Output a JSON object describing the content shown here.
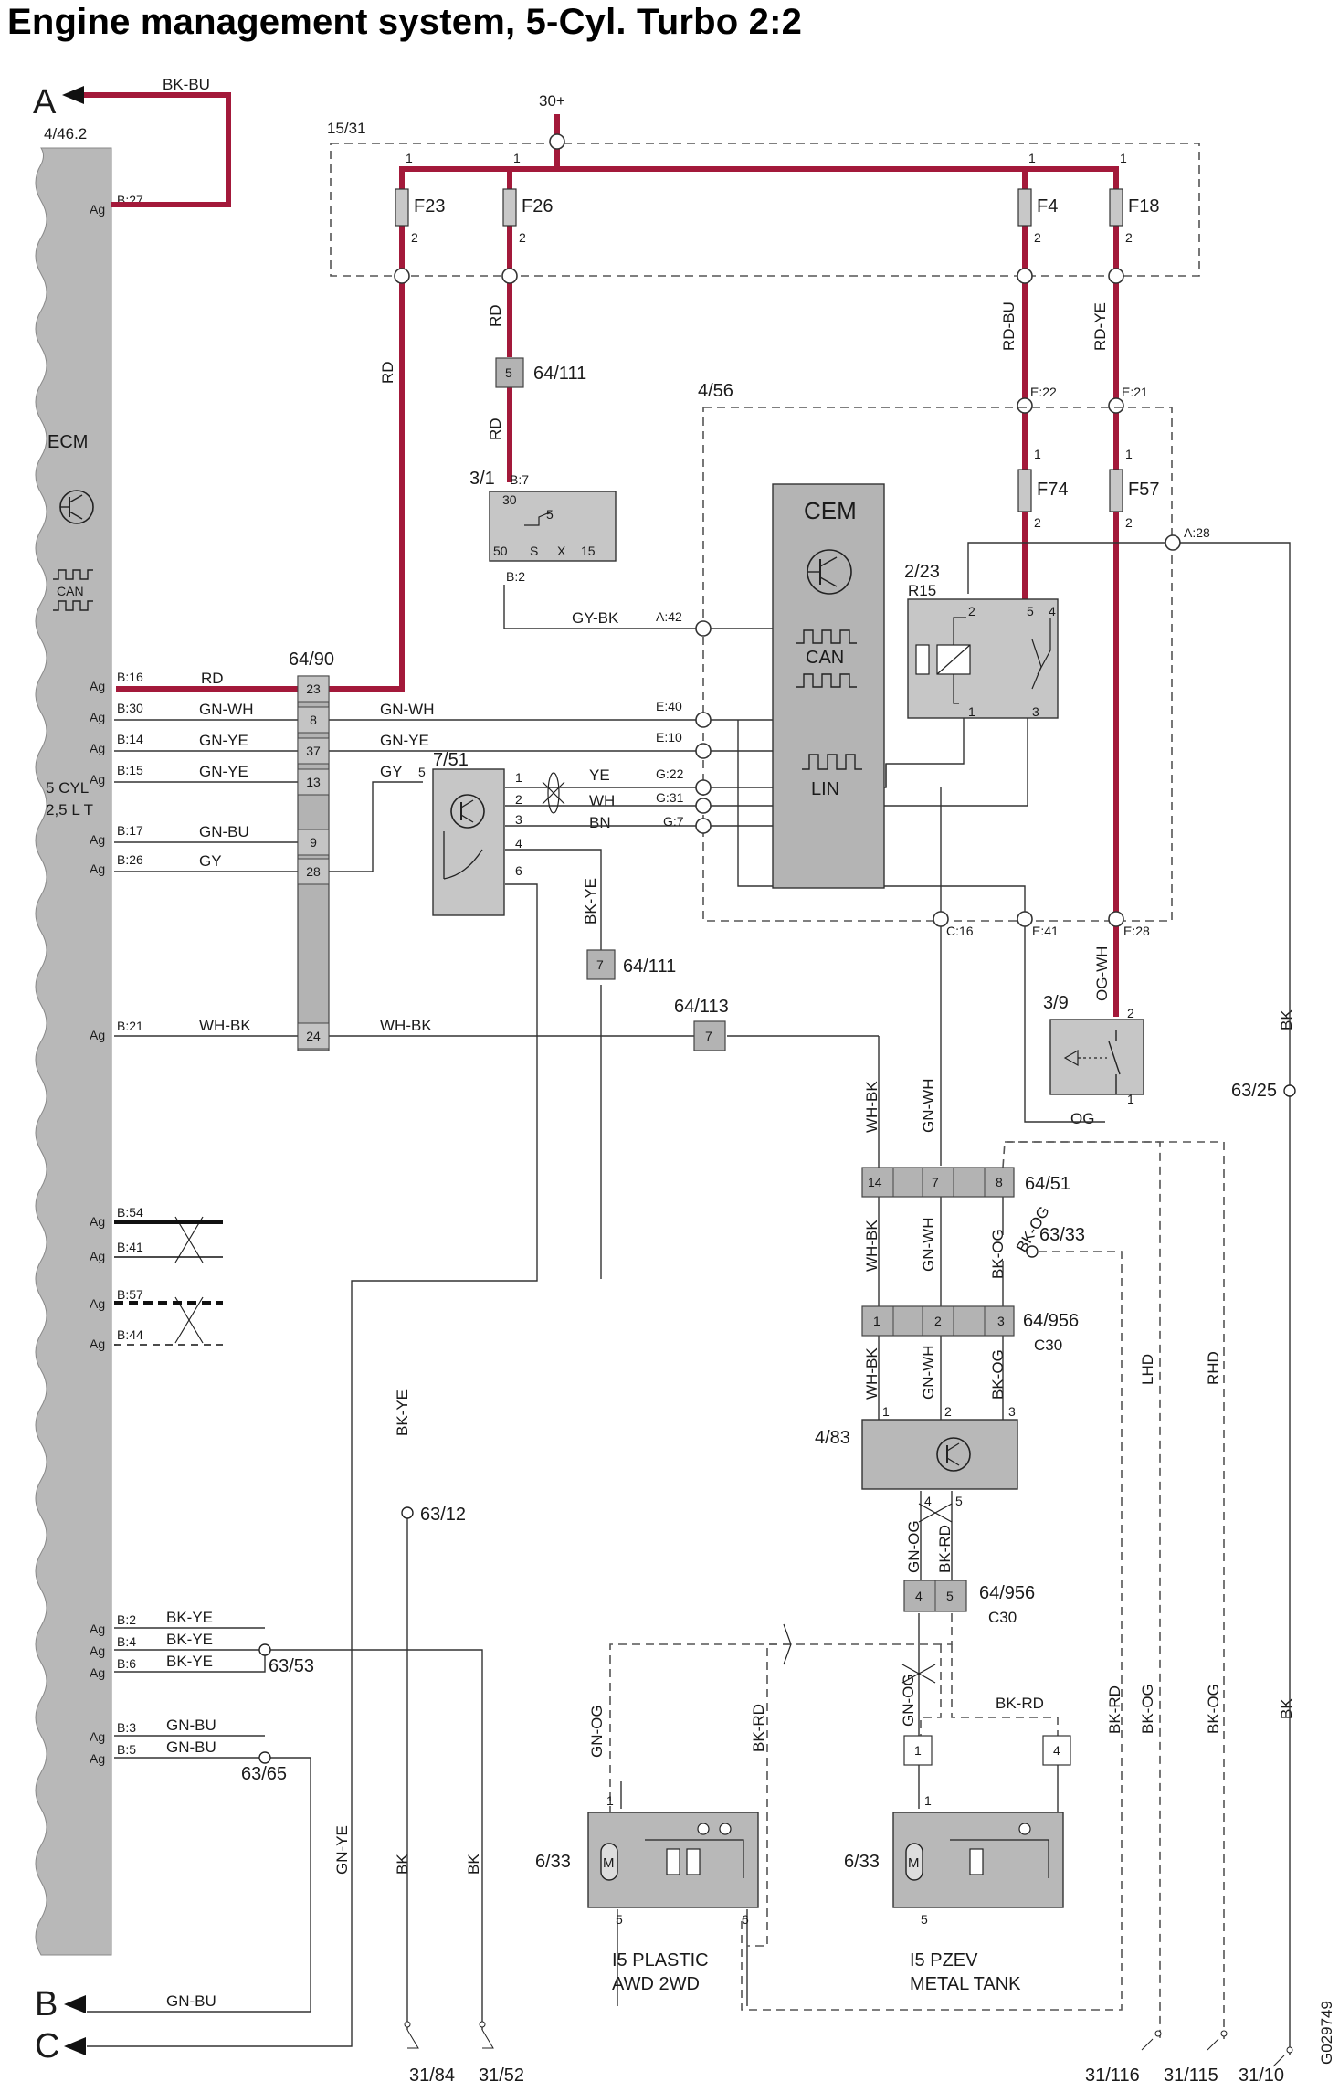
{
  "title": "Engine management system, 5-Cyl. Turbo 2:2",
  "drawing_id": "G029749",
  "side_refs": {
    "a": "A",
    "b": "B",
    "c": "C"
  },
  "ecm": {
    "ref": "4/46.2",
    "label": "ECM",
    "can": "CAN",
    "engine_line1": "5 CYL",
    "engine_line2": "2,5 L T",
    "ag": "Ag",
    "pins": [
      "B:27",
      "B:16",
      "B:30",
      "B:14",
      "B:15",
      "B:17",
      "B:26",
      "B:21",
      "B:54",
      "B:41",
      "B:57",
      "B:44",
      "B:2",
      "B:4",
      "B:6",
      "B:3",
      "B:5"
    ]
  },
  "supply": {
    "label": "30+",
    "fusebox": "15/31"
  },
  "fuses": [
    {
      "name": "F23",
      "p1": "1",
      "p2": "2"
    },
    {
      "name": "F26",
      "p1": "1",
      "p2": "2"
    },
    {
      "name": "F4",
      "p1": "1",
      "p2": "2"
    },
    {
      "name": "F18",
      "p1": "1",
      "p2": "2"
    },
    {
      "name": "F74",
      "p1": "1",
      "p2": "2"
    },
    {
      "name": "F57",
      "p1": "1",
      "p2": "2"
    }
  ],
  "wire_colors": {
    "bk_bu": "BK-BU",
    "rd": "RD",
    "rd_bu": "RD-BU",
    "rd_ye": "RD-YE",
    "gn_wh": "GN-WH",
    "gn_ye": "GN-YE",
    "gn_bu": "GN-BU",
    "gy": "GY",
    "gy_bk": "GY-BK",
    "wh_bk": "WH-BK",
    "bk_ye": "BK-YE",
    "ye": "YE",
    "wh": "WH",
    "bn": "BN",
    "og_wh": "OG-WH",
    "og": "OG",
    "bk": "BK",
    "bk_og": "BK-OG",
    "gn_og": "GN-OG",
    "bk_rd": "BK-RD",
    "lhd": "LHD",
    "rhd": "RHD"
  },
  "connectors": {
    "c64_111": "64/111",
    "c64_90": "64/90",
    "c64_113": "64/113",
    "c64_51": "64/51",
    "c64_956": "64/956",
    "c30": "C30",
    "pins_64_90": [
      "23",
      "8",
      "37",
      "13",
      "9",
      "28",
      "24"
    ],
    "pin5": "5",
    "pin7": "7",
    "pin7b": "7",
    "pins_64_51": [
      "14",
      "7",
      "8"
    ],
    "pins_956a": [
      "1",
      "2",
      "3"
    ],
    "pins_956b": [
      "4",
      "5"
    ]
  },
  "components": {
    "relay": "3/1",
    "relay_pins": [
      "B:7",
      "30",
      "5",
      "50",
      "S",
      "X",
      "15",
      "B:2"
    ],
    "cem_box": "4/56",
    "cem": "CEM",
    "cem_can": "CAN",
    "cem_lin": "LIN",
    "cem_pins": [
      "E:22",
      "E:21",
      "A:28",
      "A:42",
      "E:40",
      "E:10",
      "G:22",
      "G:31",
      "G:7",
      "C:16",
      "E:41",
      "E:28"
    ],
    "r15_ref": "2/23",
    "r15": "R15",
    "r15_pins": [
      "2",
      "5",
      "4",
      "1",
      "3"
    ],
    "sensor": "7/51",
    "sensor_pins": [
      "5",
      "1",
      "2",
      "3",
      "4",
      "6"
    ],
    "switch": "3/9",
    "switch_pins": [
      "2",
      "1"
    ],
    "pump_ctrl": "4/83",
    "pump_ctrl_pins": [
      "1",
      "2",
      "3",
      "4",
      "5"
    ],
    "pump": "6/33",
    "pump_pins_left": [
      "1",
      "5",
      "6"
    ],
    "pump_pins_right": [
      "1",
      "5"
    ],
    "pump_plastic_line1": "I5 PLASTIC",
    "pump_plastic_line2": "AWD 2WD",
    "pump_pzev_line1": "I5 PZEV",
    "pump_pzev_line2": "METAL TANK",
    "box1": "1",
    "box4": "4"
  },
  "grounds": {
    "g63_25": "63/25",
    "g63_33": "63/33",
    "g63_12": "63/12",
    "g63_53": "63/53",
    "g63_65": "63/65",
    "g31_84": "31/84",
    "g31_52": "31/52",
    "g31_116": "31/116",
    "g31_115": "31/115",
    "g31_10": "31/10"
  }
}
